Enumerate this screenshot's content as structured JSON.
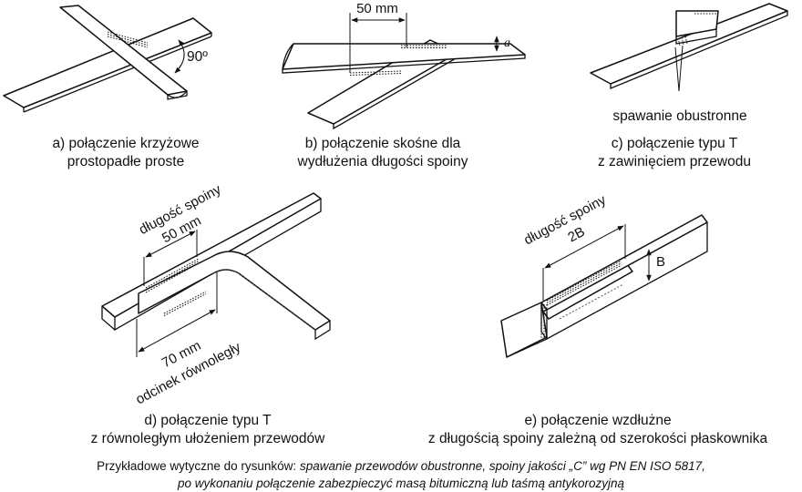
{
  "figures": {
    "a": {
      "angle_label": "90º",
      "caption_line1": "a) połączenie krzyżowe",
      "caption_line2": "prostopadłe proste"
    },
    "b": {
      "length_label": "50 mm",
      "angle_symbol": "a",
      "caption_line1": "b) połączenie skośne dla",
      "caption_line2": "wydłużenia długości spoiny"
    },
    "c": {
      "weld_note": "spawanie obustronne",
      "caption_line1": "c) połączenie typu T",
      "caption_line2": "z zawinięciem przewodu"
    },
    "d": {
      "weld_length_label": "długość spoiny",
      "weld_length_value": "50 mm",
      "parallel_value": "70 mm",
      "parallel_label": "odcinek równoległy",
      "caption_line1": "d) połączenie typu T",
      "caption_line2": "z równoległym ułożeniem przewodów"
    },
    "e": {
      "weld_length_label": "długość spoiny",
      "weld_length_value": "2B",
      "width_label": "B",
      "caption_line1": "e) połączenie wzdłużne",
      "caption_line2": "z długością spoiny zależną od szerokości płaskownika"
    }
  },
  "footer": {
    "lead": "Przykładowe wytyczne do rysunków: ",
    "italic_line1": "spawanie przewodów obustronne, spoiny jakości „C” wg PN EN ISO 5817,",
    "italic_line2": "po wykonaniu połączenie zabezpieczyć masą bitumiczną lub taśmą antykorozyjną"
  }
}
